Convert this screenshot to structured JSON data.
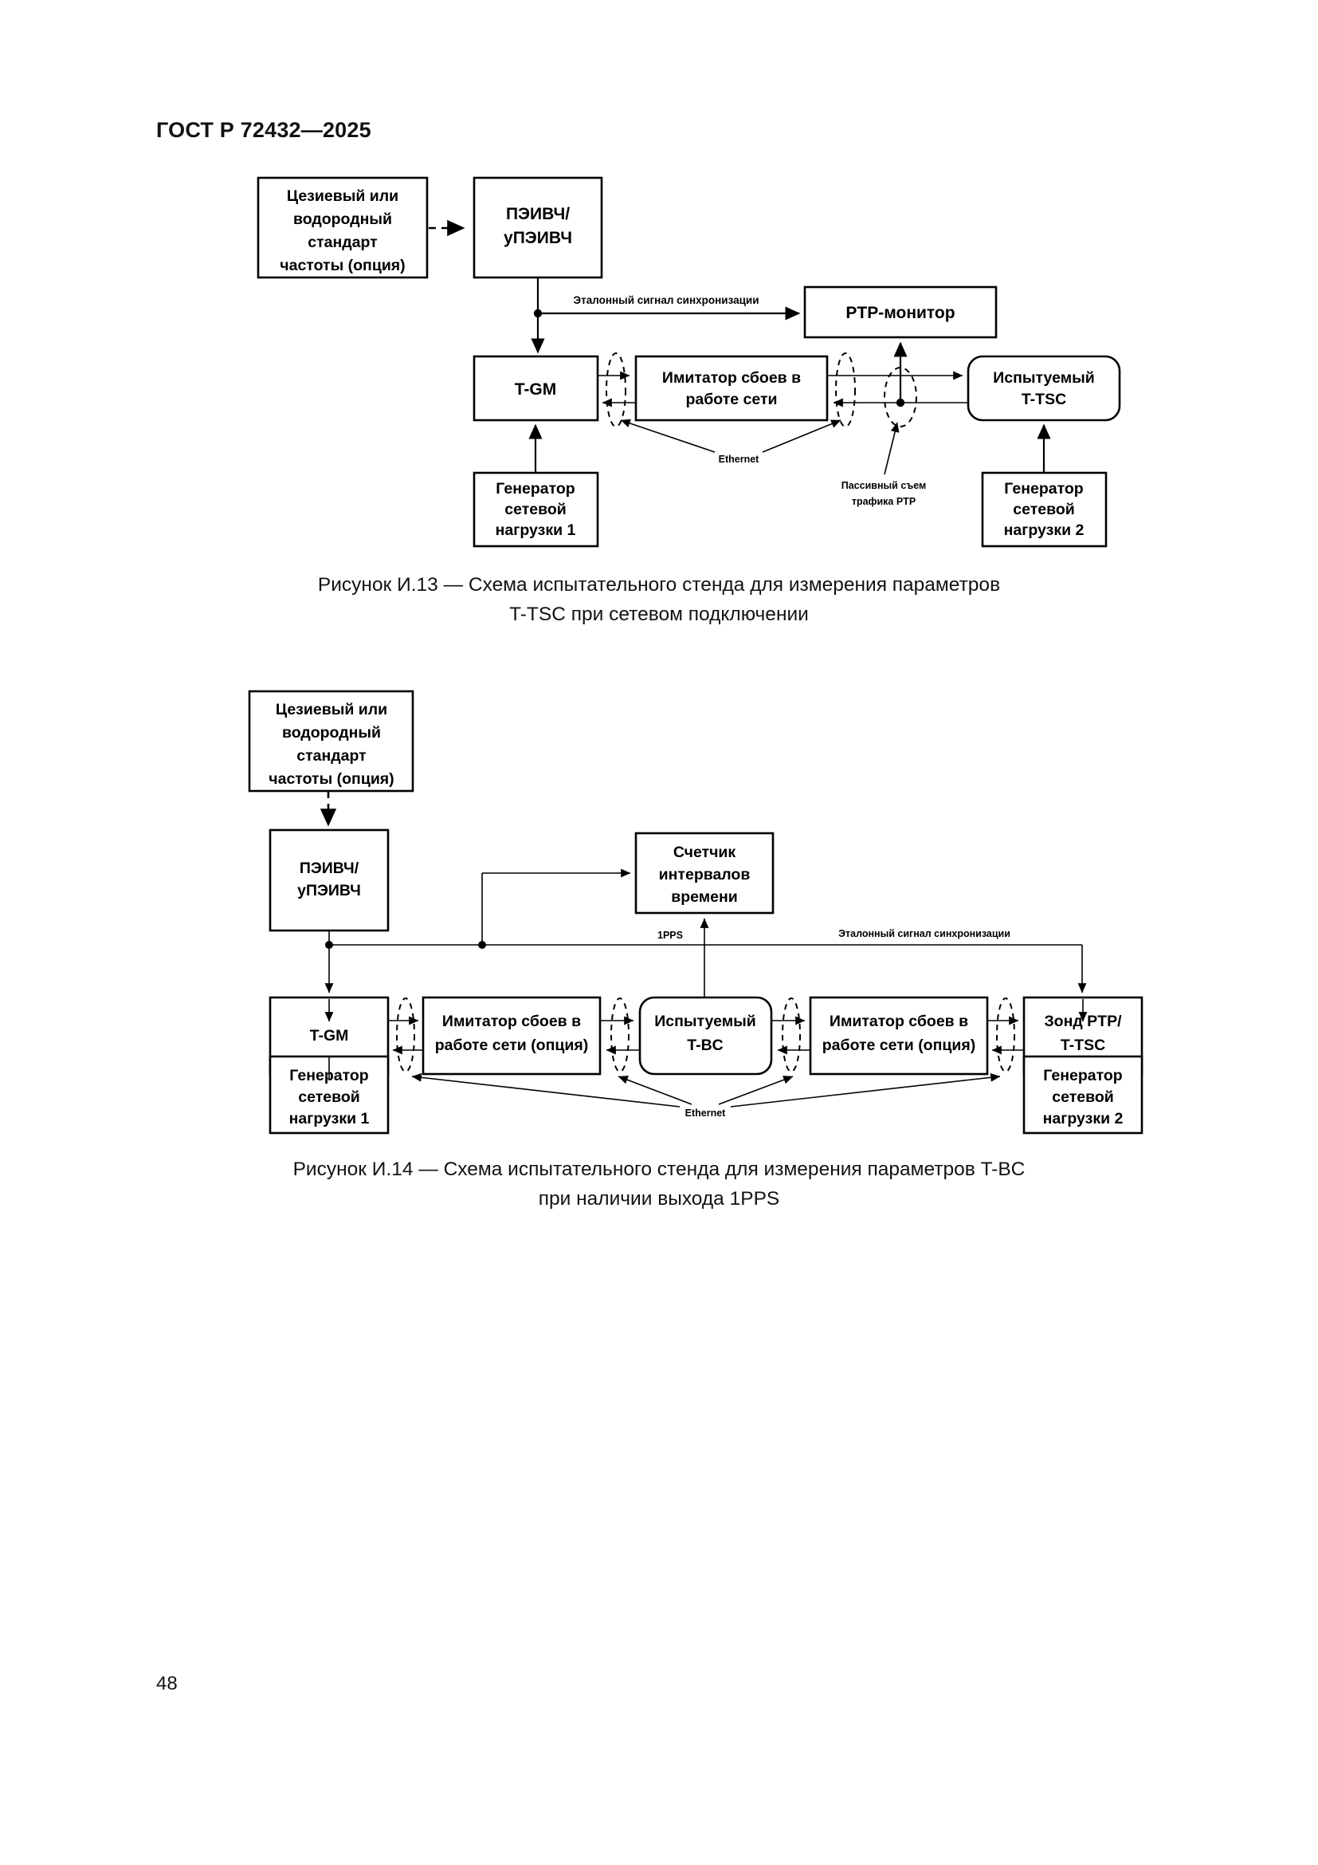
{
  "document": {
    "header": "ГОСТ Р 72432—2025",
    "page_number": "48"
  },
  "figure_i13": {
    "caption_line1": "Рисунок И.13 — Схема испытательного стенда для измерения параметров",
    "caption_line2": "T-TSC при сетевом подключении",
    "boxes": {
      "cesium_standard": {
        "line1": "Цезиевый или",
        "line2": "водородный",
        "line3": "стандарт",
        "line4": "частоты (опция)"
      },
      "peivch": {
        "line1": "ПЭИВЧ/",
        "line2": "уПЭИВЧ"
      },
      "ptp_monitor": {
        "line1": "PTP-монитор"
      },
      "tgm": {
        "line1": "T-GM"
      },
      "fault_simulator": {
        "line1": "Имитатор сбоев  в",
        "line2": "работе сети"
      },
      "ttsc_under_test": {
        "line1": "Испытуемый",
        "line2": "T-TSC"
      },
      "load_generator_1": {
        "line1": "Генератор",
        "line2": "сетевой",
        "line3": "нагрузки 1"
      },
      "load_generator_2": {
        "line1": "Генератор",
        "line2": "сетевой",
        "line3": "нагрузки 2"
      }
    },
    "labels": {
      "reference_sync_signal": "Эталонный сигнал синхронизации",
      "ethernet": "Ethernet",
      "passive_tap_line1": "Пассивный съем",
      "passive_tap_line2": "трафика PTP"
    }
  },
  "figure_i14": {
    "caption_line1": "Рисунок И.14 — Схема испытательного стенда для измерения параметров T-BC",
    "caption_line2": "при наличии выхода 1PPS",
    "boxes": {
      "cesium_standard": {
        "line1": "Цезиевый или",
        "line2": "водородный",
        "line3": "стандарт",
        "line4": "частоты (опция)"
      },
      "peivch": {
        "line1": "ПЭИВЧ/",
        "line2": "уПЭИВЧ"
      },
      "time_interval_counter": {
        "line1": "Счетчик",
        "line2": "интервалов",
        "line3": "времени"
      },
      "tgm": {
        "line1": "T-GM"
      },
      "fault_simulator_left": {
        "line1": "Имитатор сбоев в",
        "line2": "работе сети (опция)"
      },
      "tbc_under_test": {
        "line1": "Испытуемый",
        "line2": "T-BC"
      },
      "fault_simulator_right": {
        "line1": "Имитатор сбоев в",
        "line2": "работе сети (опция)"
      },
      "ptp_probe": {
        "line1": "Зонд PTP/",
        "line2": "T-TSC"
      },
      "load_generator_1": {
        "line1": "Генератор",
        "line2": "сетевой",
        "line3": "нагрузки 1"
      },
      "load_generator_2": {
        "line1": "Генератор",
        "line2": "сетевой",
        "line3": "нагрузки 2"
      }
    },
    "labels": {
      "pps": "1PPS",
      "reference_sync_signal": "Эталонный сигнал синхронизации",
      "ethernet": "Ethernet"
    }
  }
}
